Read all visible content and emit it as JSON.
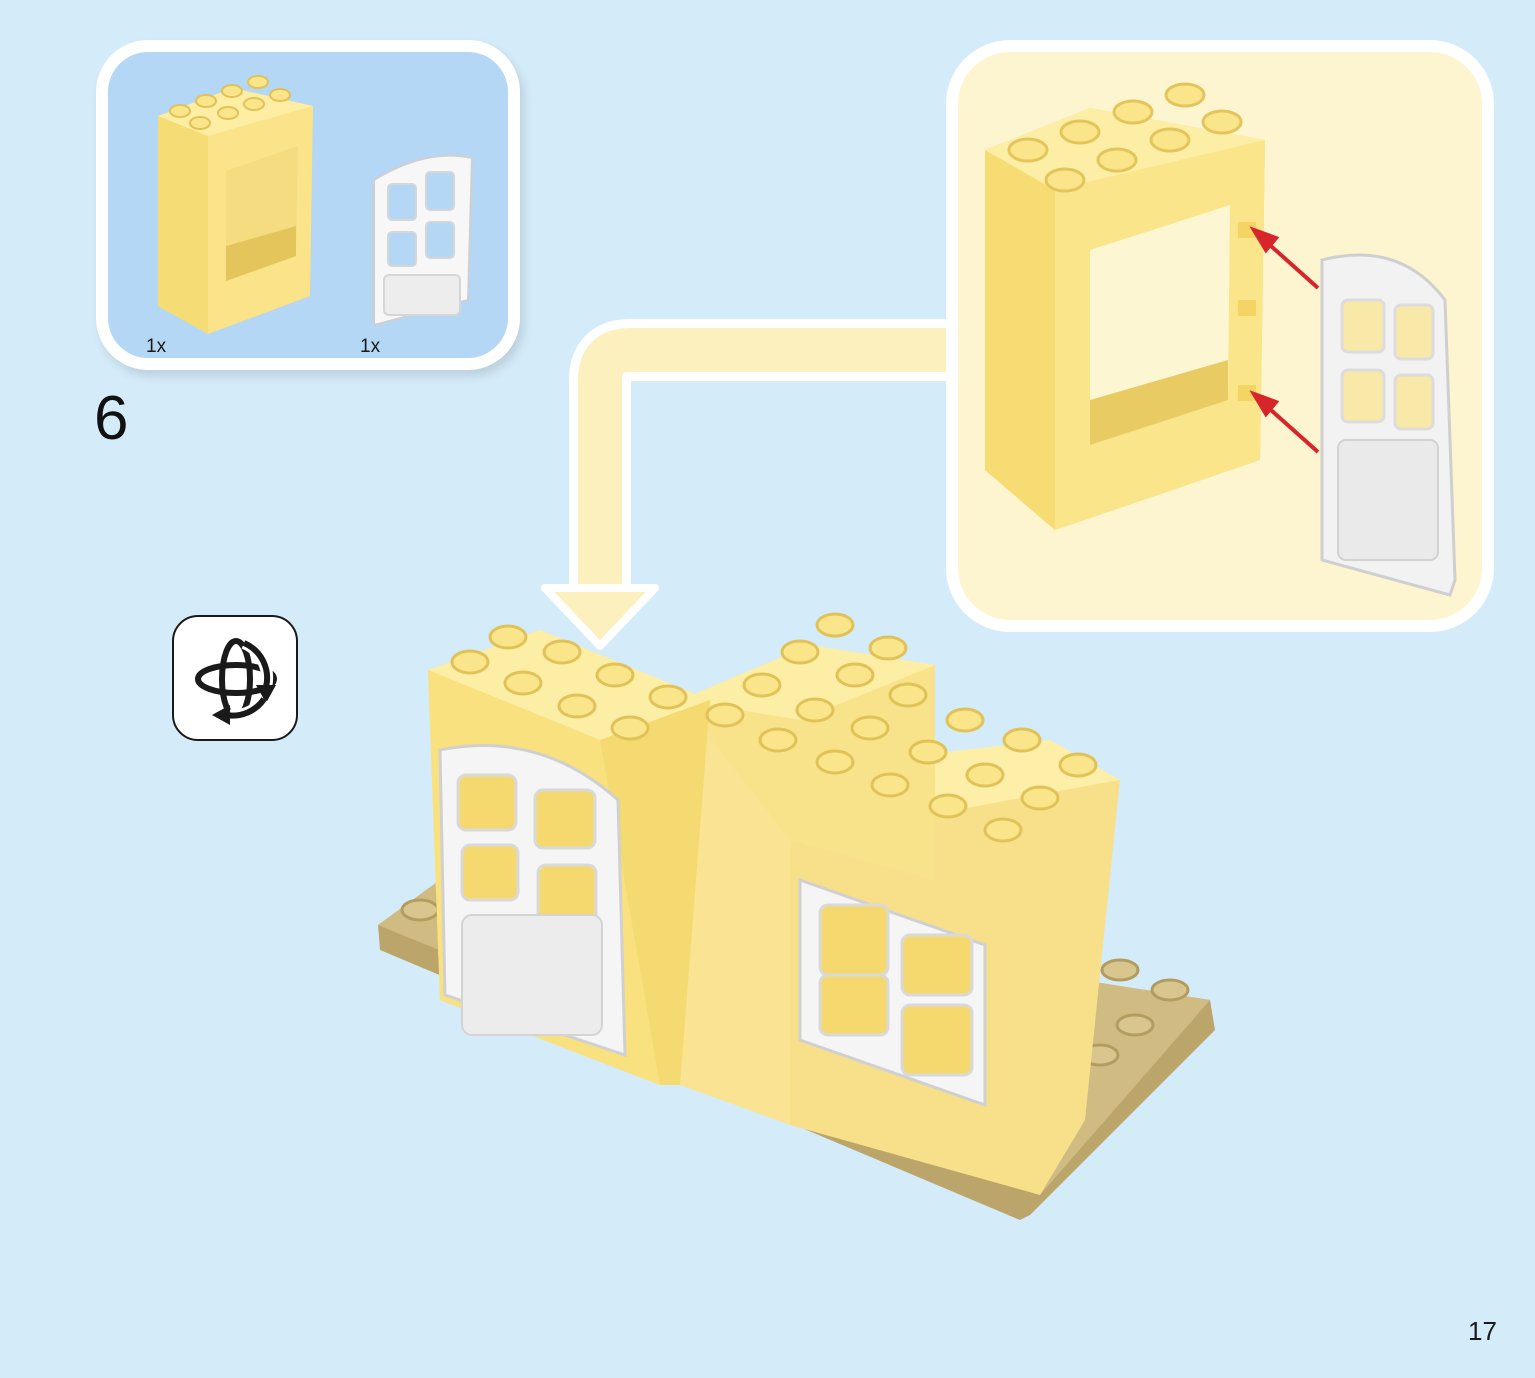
{
  "parts": [
    {
      "qty": "1x",
      "icon": "yellow-door-frame-brick-icon"
    },
    {
      "qty": "1x",
      "icon": "white-door-icon"
    }
  ],
  "step_number": "6",
  "page_number": "17",
  "colors": {
    "background": "#d4ecfa",
    "parts_panel": "#b3d7f5",
    "callout_panel": "#fdf5cf",
    "brick_yellow": "#f9e17e",
    "door_white": "#f4f4f4",
    "baseplate_tan": "#c8b37a",
    "arrow_red": "#d6262b"
  }
}
